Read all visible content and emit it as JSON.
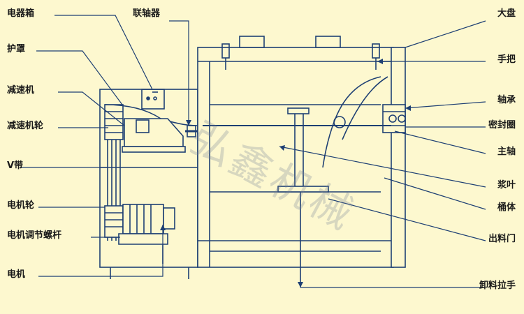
{
  "labels_left": {
    "control_box": "电器箱",
    "guard": "护罩",
    "reducer": "减速机",
    "reducer_wheel": "减速机轮",
    "v_belt": "V带",
    "motor_wheel": "电机轮",
    "motor_adjust_screw": "电机调节螺杆",
    "motor": "电机"
  },
  "labels_top": {
    "coupling": "联轴器"
  },
  "labels_right": {
    "big_cover": "大盘",
    "handle": "手把",
    "bearing": "轴承",
    "seal_ring": "密封圈",
    "main_shaft": "主轴",
    "paddle": "浆叶",
    "barrel": "桶体",
    "discharge_door": "出料门",
    "discharge_lever": "卸料拉手"
  },
  "watermark": "弘鑫机械",
  "colors": {
    "background": "#fdf8cf",
    "line": "#1e3f73",
    "text": "#1a1a1a"
  }
}
